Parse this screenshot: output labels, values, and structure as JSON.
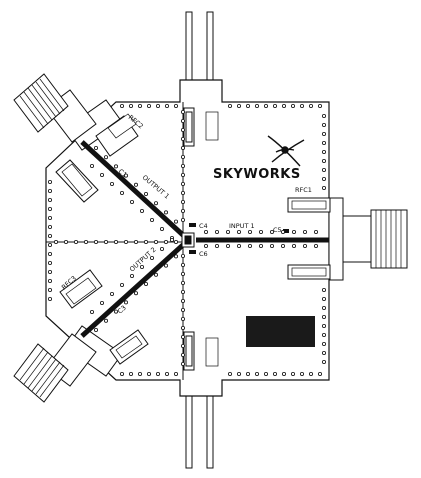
{
  "brand": {
    "logo_text": "SKYWORKS"
  },
  "labels": {
    "input": "INPUT 1",
    "output1": "OUTPUT 1",
    "output2": "OUTPUT 2",
    "rfc1": "RFC1",
    "rfc2": "RFC2",
    "rfc3": "RFC3",
    "c1": "C1",
    "c3": "C3",
    "c4": "C4",
    "c5": "C5",
    "c6": "C6"
  },
  "colors": {
    "line": "#111111",
    "trace": "#111111",
    "label_block": "#1a1a1a",
    "background": "#ffffff"
  }
}
